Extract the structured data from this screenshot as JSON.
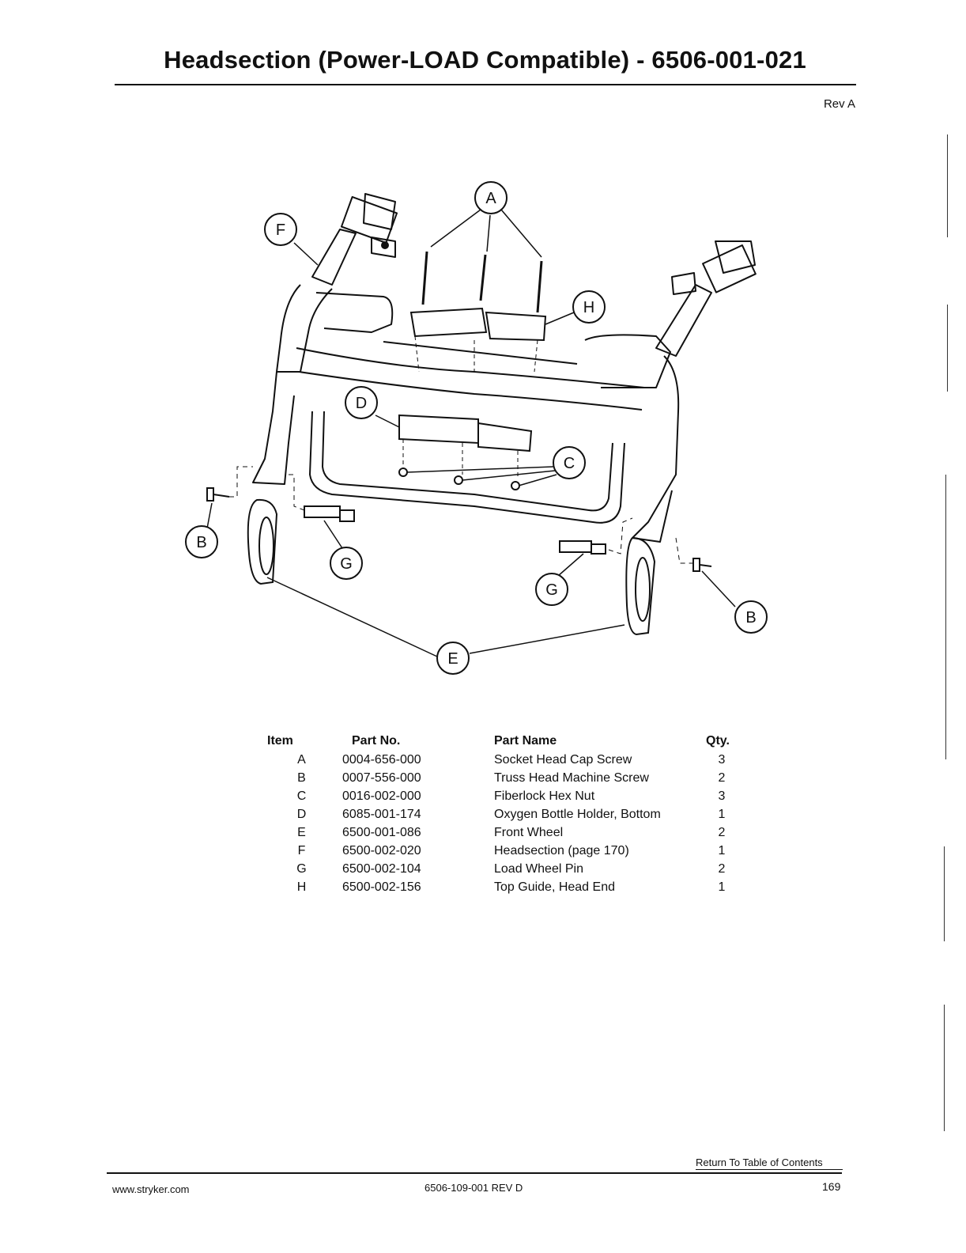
{
  "page": {
    "title": "Headsection (Power-LOAD Compatible) - 6506-001-021",
    "revision": "Rev A"
  },
  "diagram": {
    "callouts": [
      "A",
      "B",
      "C",
      "D",
      "E",
      "F",
      "G",
      "H"
    ]
  },
  "parts_table": {
    "headers": [
      "Item",
      "Part No.",
      "Part Name",
      "Qty."
    ],
    "rows": [
      {
        "item": "A",
        "part_no": "0004-656-000",
        "part_name": "Socket Head Cap Screw",
        "qty": "3"
      },
      {
        "item": "B",
        "part_no": "0007-556-000",
        "part_name": "Truss Head Machine Screw",
        "qty": "2"
      },
      {
        "item": "C",
        "part_no": "0016-002-000",
        "part_name": "Fiberlock Hex Nut",
        "qty": "3"
      },
      {
        "item": "D",
        "part_no": "6085-001-174",
        "part_name": "Oxygen Bottle Holder, Bottom",
        "qty": "1"
      },
      {
        "item": "E",
        "part_no": "6500-001-086",
        "part_name": "Front Wheel",
        "qty": "2"
      },
      {
        "item": "F",
        "part_no": "6500-002-020",
        "part_name": "Headsection (page 170)",
        "qty": "1"
      },
      {
        "item": "G",
        "part_no": "6500-002-104",
        "part_name": "Load Wheel Pin",
        "qty": "2"
      },
      {
        "item": "H",
        "part_no": "6500-002-156",
        "part_name": "Top Guide, Head End",
        "qty": "1"
      }
    ]
  },
  "footer": {
    "toc_link": "Return To Table of Contents",
    "website": "www.stryker.com",
    "doc_number": "6506-109-001 REV D",
    "page_number": "169"
  }
}
